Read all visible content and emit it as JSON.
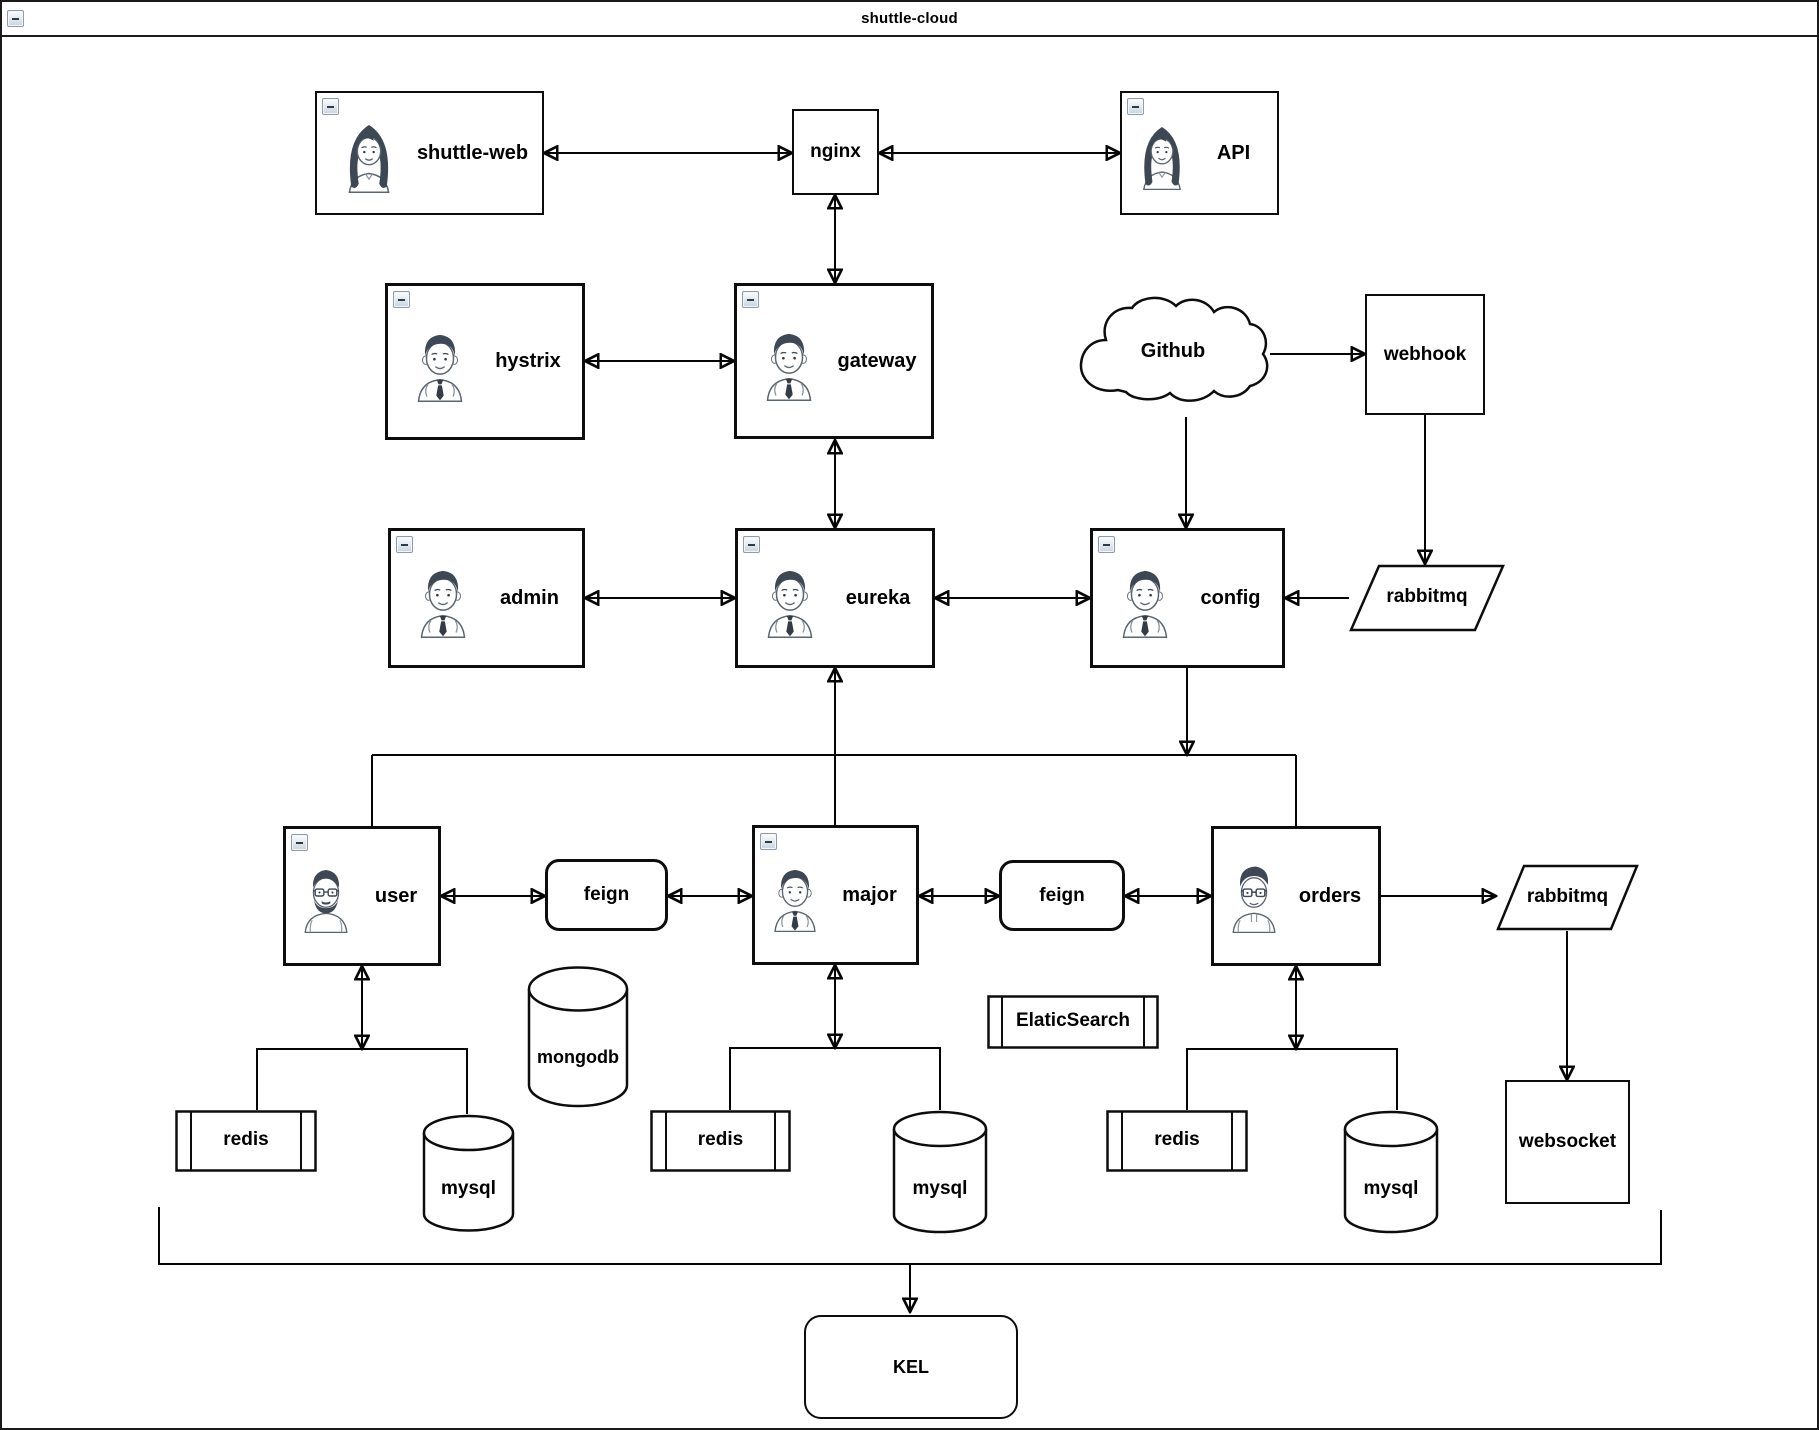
{
  "window": {
    "title": "shuttle-cloud",
    "collapse_icon": "minus-icon"
  },
  "nodes": {
    "shuttle_web": {
      "label": "shuttle-web",
      "icon": "female-avatar-icon",
      "collapsible": true
    },
    "nginx": {
      "label": "nginx"
    },
    "api": {
      "label": "API",
      "icon": "female-avatar-icon",
      "collapsible": true
    },
    "hystrix": {
      "label": "hystrix",
      "icon": "male-tie-avatar-icon",
      "collapsible": true
    },
    "gateway": {
      "label": "gateway",
      "icon": "male-tie-avatar-icon",
      "collapsible": true
    },
    "github": {
      "label": "Github",
      "shape": "cloud"
    },
    "webhook": {
      "label": "webhook"
    },
    "admin": {
      "label": "admin",
      "icon": "male-tie-avatar-icon",
      "collapsible": true
    },
    "eureka": {
      "label": "eureka",
      "icon": "male-tie-avatar-icon",
      "collapsible": true
    },
    "config": {
      "label": "config",
      "icon": "male-tie-avatar-icon",
      "collapsible": true
    },
    "rabbitmq_config": {
      "label": "rabbitmq",
      "shape": "parallelogram"
    },
    "user": {
      "label": "user",
      "icon": "male-beard-avatar-icon",
      "collapsible": true
    },
    "feign_left": {
      "label": "feign",
      "shape": "rounded-rect"
    },
    "major": {
      "label": "major",
      "icon": "male-tie-avatar-icon",
      "collapsible": true
    },
    "feign_right": {
      "label": "feign",
      "shape": "rounded-rect"
    },
    "orders": {
      "label": "orders",
      "icon": "male-glasses-avatar-icon"
    },
    "rabbitmq_orders": {
      "label": "rabbitmq",
      "shape": "parallelogram"
    },
    "mongodb": {
      "label": "mongodb",
      "shape": "cylinder"
    },
    "elaticsearch": {
      "label": "ElaticSearch",
      "shape": "predefined-process"
    },
    "redis_user": {
      "label": "redis",
      "shape": "predefined-process"
    },
    "mysql_user": {
      "label": "mysql",
      "shape": "cylinder"
    },
    "redis_major": {
      "label": "redis",
      "shape": "predefined-process"
    },
    "mysql_major": {
      "label": "mysql",
      "shape": "cylinder"
    },
    "redis_orders": {
      "label": "redis",
      "shape": "predefined-process"
    },
    "mysql_orders": {
      "label": "mysql",
      "shape": "cylinder"
    },
    "websocket": {
      "label": "websocket"
    },
    "kel": {
      "label": "KEL",
      "shape": "rounded-rect"
    }
  },
  "colors": {
    "line": "#050505",
    "node_fill": "#ffffff",
    "node_border": "#0d0d0d",
    "hair": "#3e4754",
    "collapse_button_border": "#8e9ba8"
  }
}
